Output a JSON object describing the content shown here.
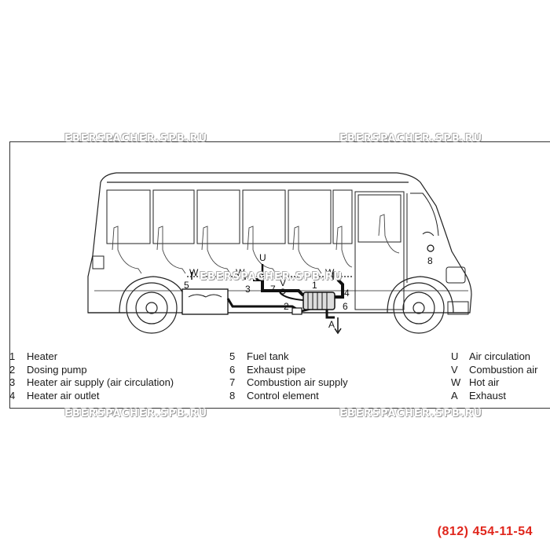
{
  "watermarks": [
    "EBERSPACHER.SPB.RU",
    "EBERSPACHER.SPB.RU",
    "EBERSPACHER.SPB.RU",
    "EBERSPACHER.SPB.RU",
    "EBERSPACHER.SPB.RU"
  ],
  "diagram_labels": {
    "heater": "1",
    "dosing_pump": "2",
    "air_supply": "3",
    "air_outlet": "4",
    "fuel_tank": "5",
    "exhaust_pipe": "6",
    "combustion_air": "7",
    "control_element": "8",
    "air_circulation": "U",
    "combustion_air_v": "V",
    "hot_air_1": "W",
    "hot_air_2": "W",
    "hot_air_3": "W",
    "exhaust": "A"
  },
  "legend": {
    "col1": [
      {
        "key": "1",
        "text": "Heater"
      },
      {
        "key": "2",
        "text": "Dosing pump"
      },
      {
        "key": "3",
        "text": "Heater air supply (air circulation)"
      },
      {
        "key": "4",
        "text": "Heater air outlet"
      }
    ],
    "col2": [
      {
        "key": "5",
        "text": "Fuel tank"
      },
      {
        "key": "6",
        "text": "Exhaust pipe"
      },
      {
        "key": "7",
        "text": "Combustion air supply"
      },
      {
        "key": "8",
        "text": "Control element"
      }
    ],
    "col3": [
      {
        "key": "U",
        "text": "Air circulation"
      },
      {
        "key": "V",
        "text": "Combustion air"
      },
      {
        "key": "W",
        "text": "Hot air"
      },
      {
        "key": "A",
        "text": "Exhaust"
      }
    ]
  },
  "phone": "(812) 454-11-54",
  "colors": {
    "phone": "#e0261c",
    "line": "#1a1a1a"
  }
}
